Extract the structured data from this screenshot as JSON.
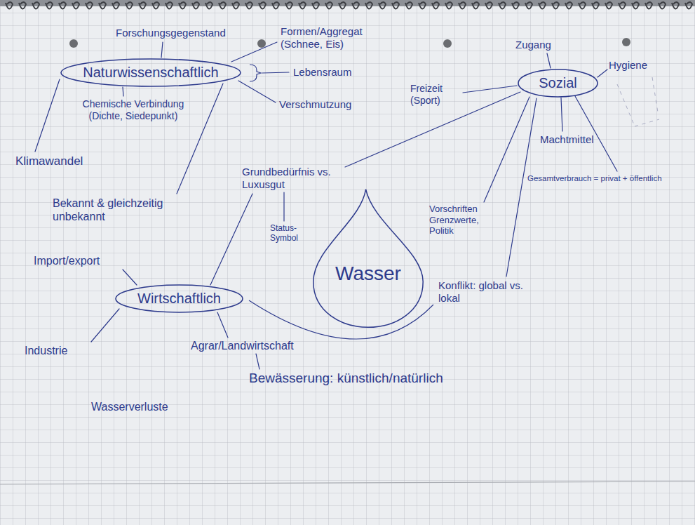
{
  "diagram": {
    "nodes": [
      {
        "text": [
          "Naturwissenschaftlich"
        ]
      },
      {
        "text": [
          "Sozial"
        ]
      },
      {
        "text": [
          "Wasser"
        ]
      },
      {
        "text": [
          "Wirtschaftlich"
        ]
      }
    ],
    "labels": [
      "Forschungsgegenstand",
      "Formen/Aggregat (Schnee, Eis)",
      "Zugang",
      "Hygiene",
      "Lebensraum",
      "Freizeit (Sport)",
      "Chemische Verbindung (Dichte, Siedepunkt)",
      "Verschmutzung",
      "Machtmittel",
      "Klimawandel",
      "Grundbedürfnis vs. Luxusgut",
      "Gesamtverbrauch = privat + öffentlich",
      "Bekannt & gleichzeitig unbekannt",
      "Vorschriften Grenzwerte, Politik",
      "Status-Symbol",
      "Import/export",
      "Konflikt: global vs. lokal",
      "Industrie",
      "Agrar/Landwirtschaft",
      "Bewässerung: künstlich/natürlich",
      "Wasserverluste"
    ]
  }
}
